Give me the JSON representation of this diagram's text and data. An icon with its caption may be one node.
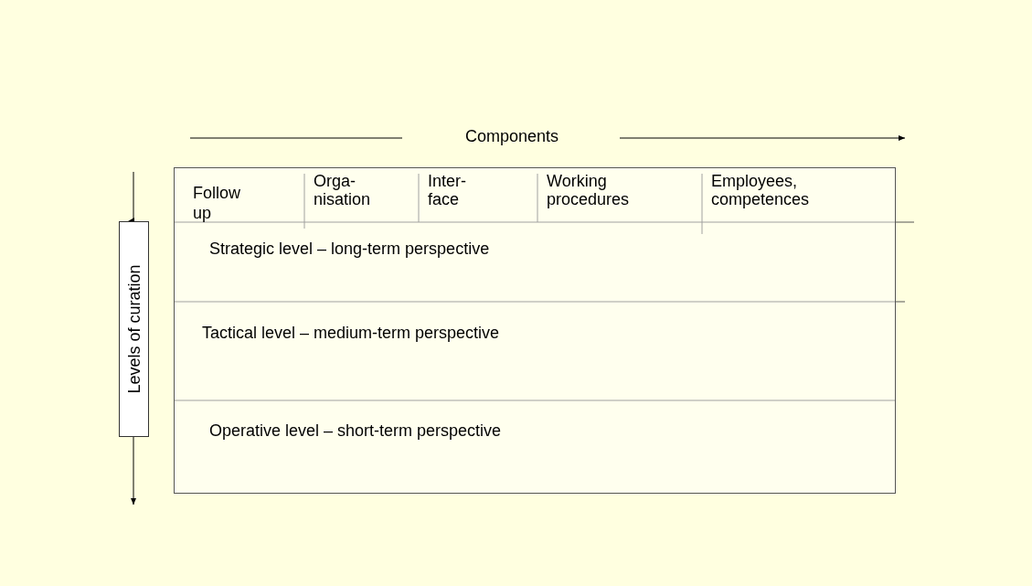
{
  "diagram": {
    "nodes": [
      {
        "text": [],
        "shape": "box"
      },
      {
        "text": [
          "Follow up"
        ],
        "in": 0
      },
      {
        "text": [
          "Orga- nisation"
        ],
        "in": 0
      },
      {
        "text": [
          "Inter- face"
        ],
        "in": 0
      },
      {
        "text": [
          "Working procedures"
        ],
        "in": 0
      },
      {
        "text": [
          "Employees, competences"
        ],
        "in": 0
      },
      {
        "text": [
          "Strategic level – long-term perspective"
        ],
        "in": 0
      },
      {
        "text": [
          "Tactical level – medium-term perspective"
        ],
        "in": 0
      },
      {
        "text": [
          "Operative level – short-term perspective"
        ],
        "in": 0
      },
      {
        "text": [
          "Levels of curation"
        ]
      }
    ],
    "edges": [],
    "labels": [
      "Components"
    ]
  }
}
